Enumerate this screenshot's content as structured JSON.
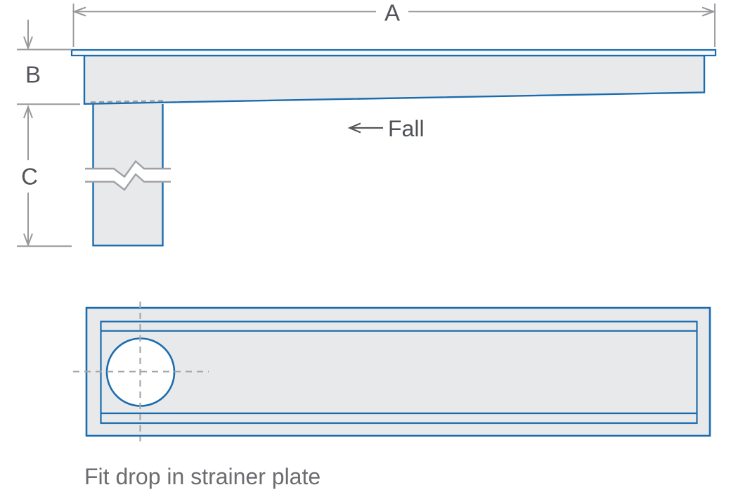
{
  "side_view": {
    "dimension_a_label": "A",
    "dimension_b_label": "B",
    "dimension_c_label": "C",
    "fall_label": "Fall"
  },
  "plan_view": {
    "caption": "Fit drop in strainer plate"
  },
  "icons": {
    "fall_direction_arrow": "arrow-left",
    "dimension_arrows": "open-v-arrowheads"
  },
  "colors": {
    "outline_blue": "#1b6cae",
    "fill_gray": "#e8e9eb",
    "dimension_gray": "#96989b",
    "break_line_gray": "#9fa1a4",
    "centerline_gray": "#a5a7aa",
    "label_text": "#53555a",
    "caption_text": "#6b6d70",
    "hole_fill": "#ffffff"
  }
}
